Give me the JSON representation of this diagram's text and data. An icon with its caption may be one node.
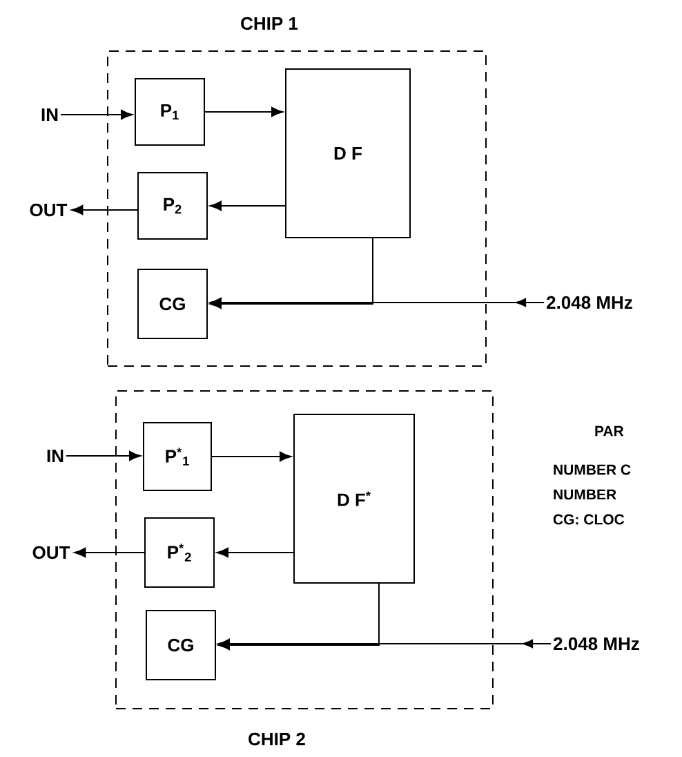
{
  "diagram": {
    "nodes": [
      {
        "text": [
          "CHIP 1"
        ]
      },
      {
        "text": [
          "P$_{1}$"
        ],
        "in": 0
      },
      {
        "text": [
          "D F"
        ],
        "in": 0
      },
      {
        "text": [
          "P$_{2}$"
        ],
        "in": 0
      },
      {
        "text": [
          "CG"
        ],
        "in": 0
      },
      {
        "text": [
          "IN"
        ]
      },
      {
        "text": [
          "OUT"
        ]
      },
      {
        "text": [
          "2.048 MHz"
        ]
      },
      {
        "text": [
          "CHIP 2"
        ]
      },
      {
        "text": [
          "P$^{*}$$_{1}$"
        ],
        "in": 8
      },
      {
        "text": [
          "D F$^{*}$"
        ],
        "in": 8
      },
      {
        "text": [
          "P$^{*}$$_{2}$"
        ],
        "in": 8
      },
      {
        "text": [
          "CG"
        ],
        "in": 8
      },
      {
        "text": [
          "IN"
        ]
      },
      {
        "text": [
          "OUT"
        ]
      },
      {
        "text": [
          "2.048 MHz"
        ]
      }
    ],
    "edges": [
      {
        "from": 5,
        "to": 1,
        "arrow": "to"
      },
      {
        "from": 1,
        "to": 2,
        "arrow": "to"
      },
      {
        "from": 2,
        "to": 3,
        "arrow": "to"
      },
      {
        "from": 3,
        "to": 6,
        "arrow": "to"
      },
      {
        "from": 2,
        "to": 4,
        "arrow": "to"
      },
      {
        "from": 7,
        "to": 4,
        "arrow": "to"
      },
      {
        "from": 13,
        "to": 9,
        "arrow": "to"
      },
      {
        "from": 9,
        "to": 10,
        "arrow": "to"
      },
      {
        "from": 10,
        "to": 11,
        "arrow": "to"
      },
      {
        "from": 11,
        "to": 14,
        "arrow": "to"
      },
      {
        "from": 10,
        "to": 12,
        "arrow": "to"
      },
      {
        "from": 15,
        "to": 12,
        "arrow": "to"
      }
    ],
    "labels": [
      "PAR",
      "NUMBER C",
      "NUMBER",
      "CG: CLOC"
    ]
  }
}
